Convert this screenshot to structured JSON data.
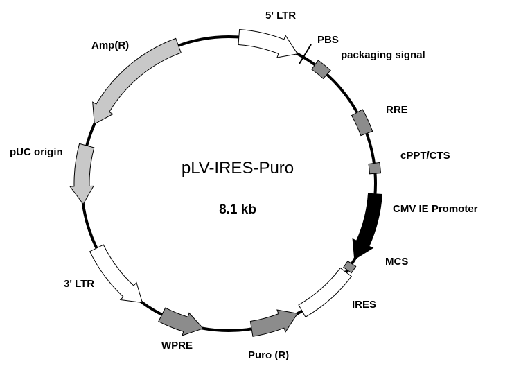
{
  "plasmid": {
    "name": "pLV-IRES-Puro",
    "size": "8.1 kb"
  },
  "colors": {
    "backbone": "#000000",
    "light_gray": "#c8c8c8",
    "dark_gray": "#8c8c8c",
    "white": "#ffffff",
    "black": "#000000"
  },
  "labels": {
    "ltr5": "5' LTR",
    "pbs": "PBS",
    "packaging": "packaging signal",
    "rre": "RRE",
    "cppt": "cPPT/CTS",
    "cmv": "CMV IE Promoter",
    "mcs": "MCS",
    "ires": "IRES",
    "puro": "Puro (R)",
    "wpre": "WPRE",
    "ltr3": "3' LTR",
    "puc": "pUC origin",
    "amp": "Amp(R)"
  }
}
